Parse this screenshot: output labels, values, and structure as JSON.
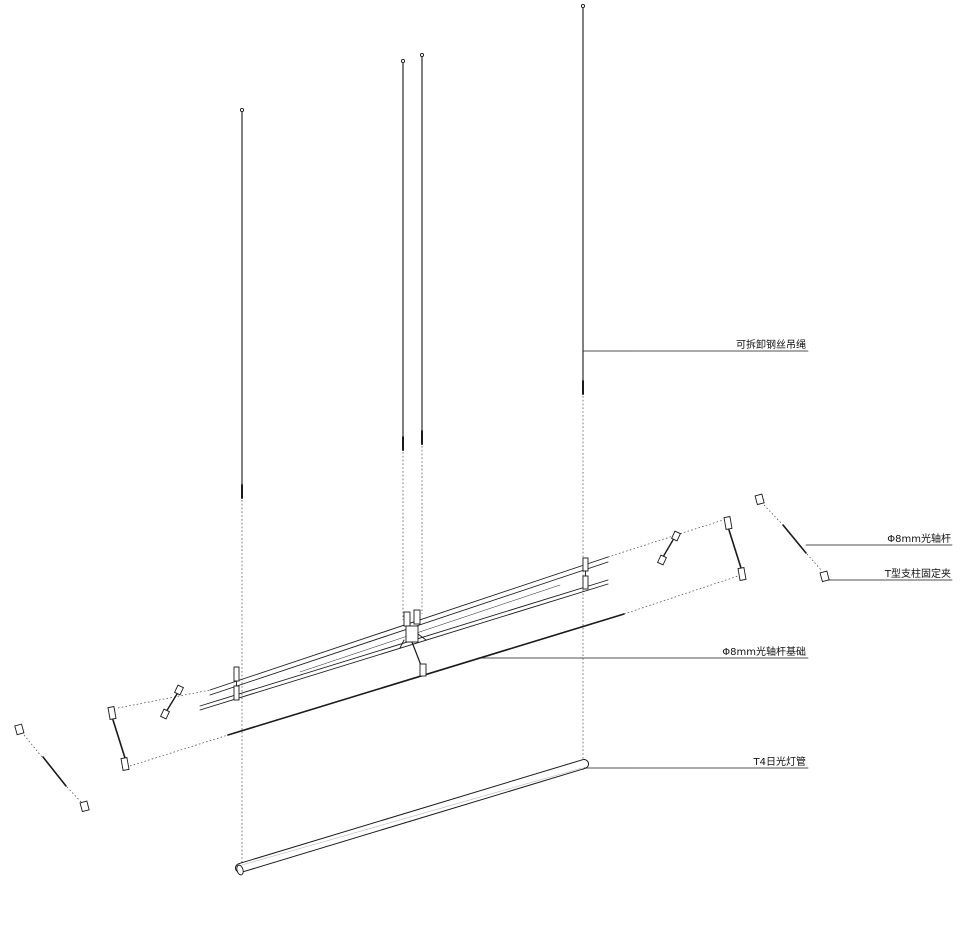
{
  "labels": {
    "wire_rope": "可拆卸钢丝吊绳",
    "rod": "Φ8mm光轴杆",
    "clamp": "T型支柱固定夹",
    "rod_base": "Φ8mm光轴杆基础",
    "tube": "T4日光灯管"
  },
  "colors": {
    "line": "#1a1a1a",
    "dashed": "#444444",
    "background": "#ffffff"
  }
}
